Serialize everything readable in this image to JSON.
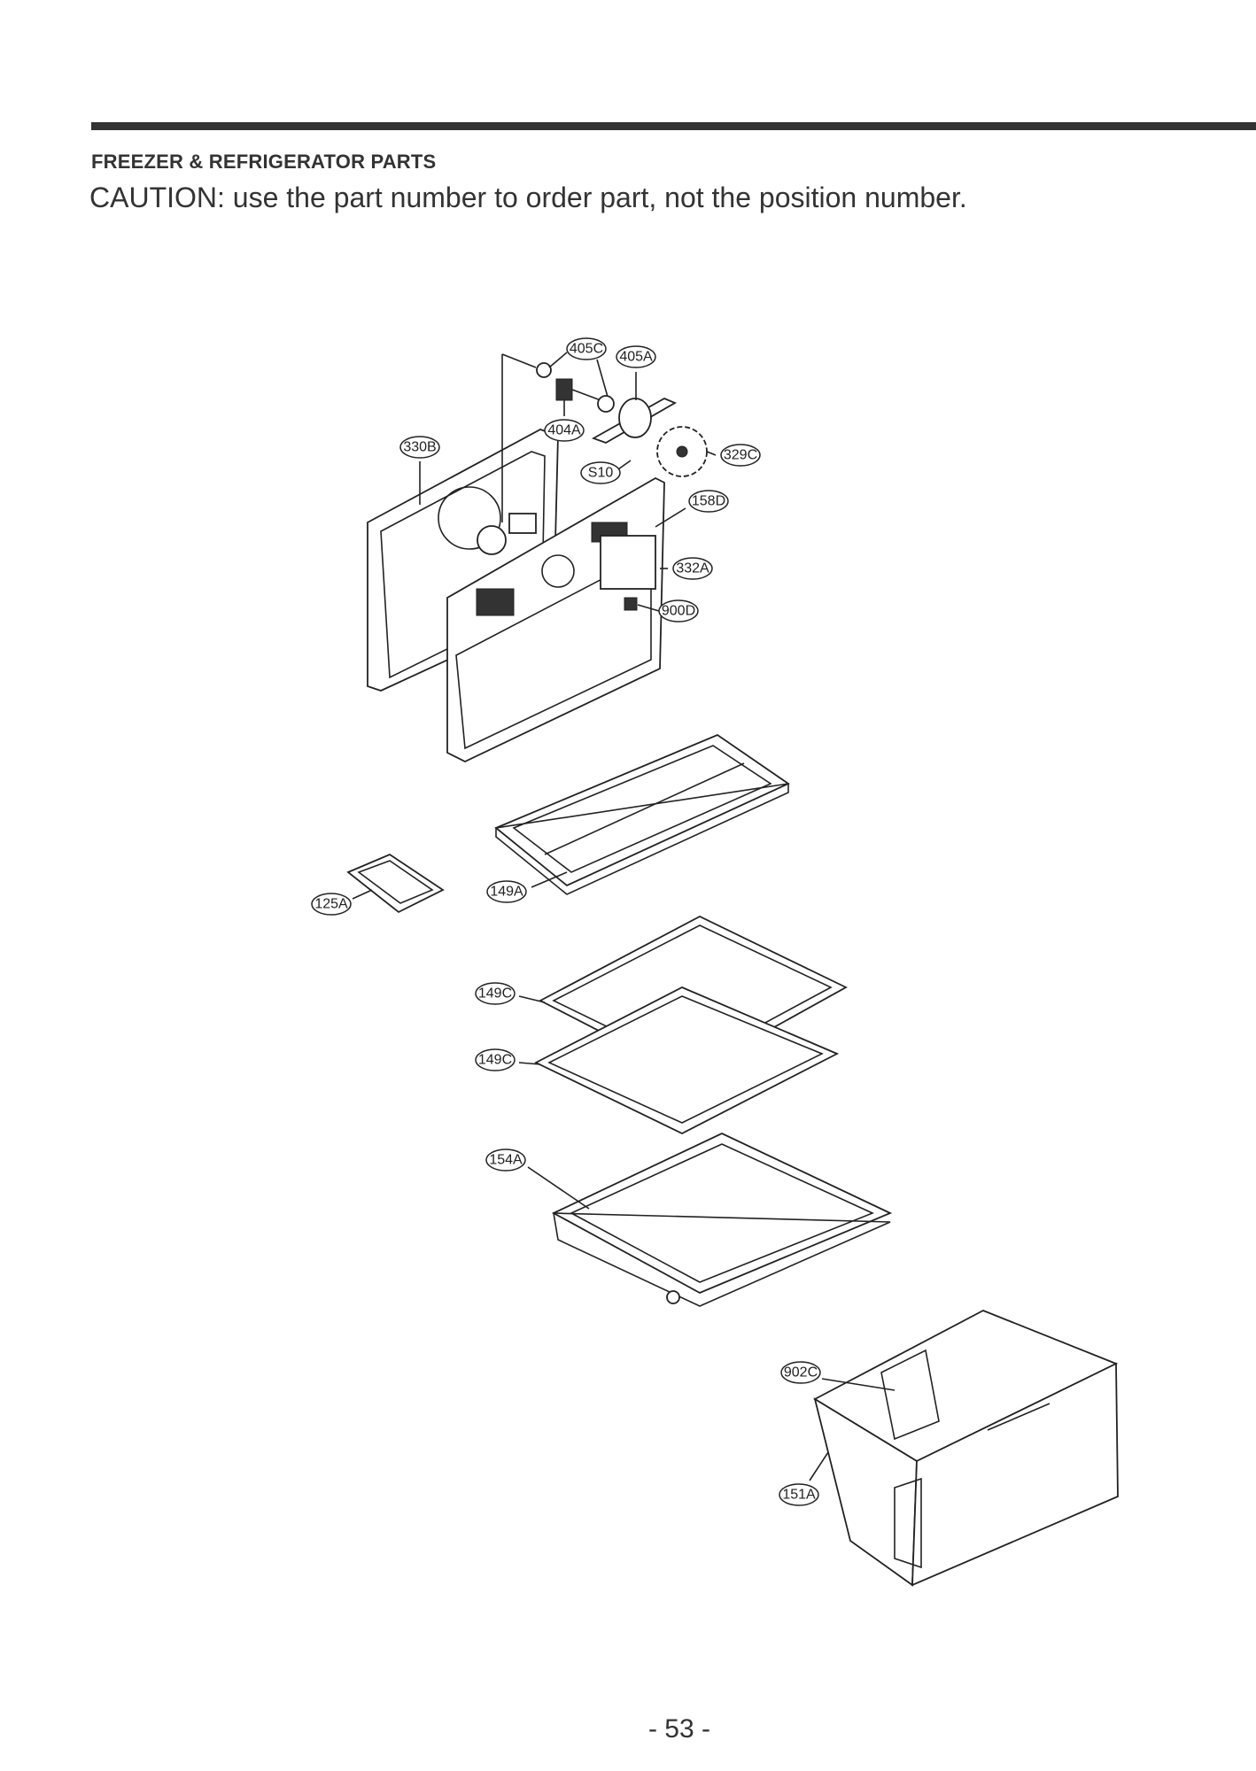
{
  "header": {
    "section_title": "FREEZER & REFRIGERATOR PARTS",
    "caution": "CAUTION: use the part number to order part, not the position number."
  },
  "callouts": [
    "405C",
    "405A",
    "404A",
    "330B",
    "S10",
    "329C",
    "158D",
    "332A",
    "900D",
    "149A",
    "125A",
    "149C",
    "149C",
    "154A",
    "902C",
    "151A"
  ],
  "footer": {
    "page_number": "- 53 -"
  }
}
